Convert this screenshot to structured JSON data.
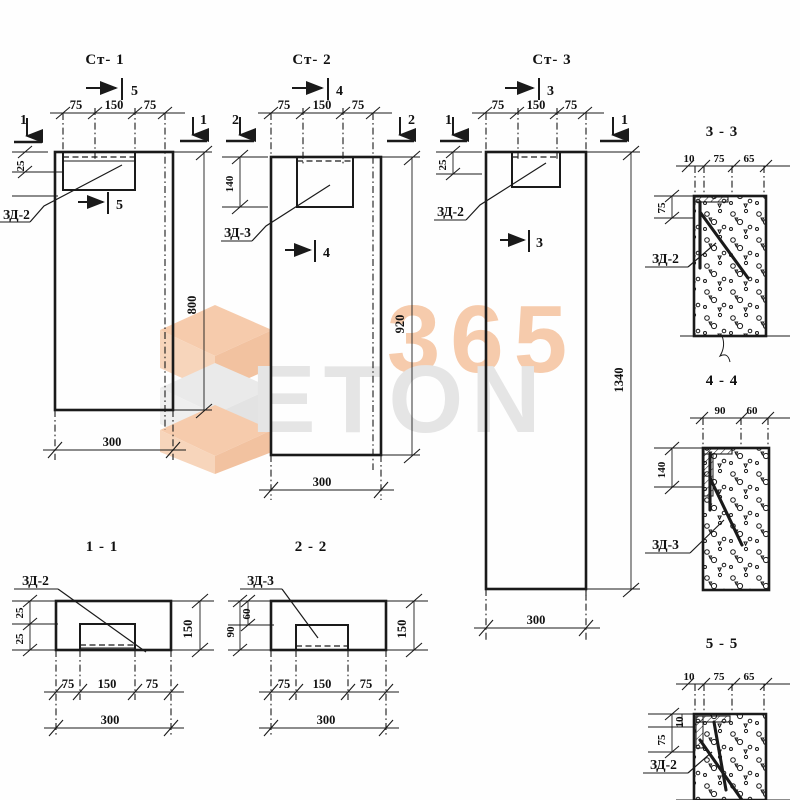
{
  "document": {
    "type": "engineering-drawing",
    "background": "#fefefe",
    "ink": "#1a1a1a"
  },
  "watermark": {
    "text_365": "365",
    "text_eton": "ETON",
    "color_365": "#f6c9a8",
    "color_eton": "#e4e4e4",
    "logo_color_primary": "#f6c9a8",
    "logo_color_secondary": "#e4e4e4"
  },
  "views": [
    {
      "id": "st-1",
      "title": "Ст- 1",
      "top_section_mark": "5",
      "body_section_mark": "5",
      "left_mark": "1",
      "left_dim": "25",
      "left_label": "ЗД-2",
      "right_mark": "1",
      "top_dims": [
        "75",
        "150",
        "75"
      ],
      "height_dim": "800",
      "width_dim": "300"
    },
    {
      "id": "st-2",
      "title": "Ст- 2",
      "top_section_mark": "4",
      "body_section_mark": "4",
      "left_mark": "2",
      "left_dim": "140",
      "left_label": "ЗД-3",
      "right_mark": "2",
      "top_dims": [
        "75",
        "150",
        "75"
      ],
      "height_dim": "920",
      "width_dim": "300"
    },
    {
      "id": "st-3",
      "title": "Ст- 3",
      "top_section_mark": "3",
      "body_section_mark": "3",
      "left_mark": "1",
      "left_dim": "25",
      "left_label": "ЗД-2",
      "right_mark": "1",
      "top_dims": [
        "75",
        "150",
        "75"
      ],
      "height_dim": "1340",
      "width_dim": "300"
    }
  ],
  "sections_bottom": [
    {
      "id": "sec-1-1",
      "title": "1 - 1",
      "label": "ЗД-2",
      "left_dims": [
        "25",
        "25"
      ],
      "right_dim": "150",
      "bottom_dims": [
        "75",
        "150",
        "75"
      ],
      "total_dim": "300"
    },
    {
      "id": "sec-2-2",
      "title": "2 - 2",
      "label": "ЗД-3",
      "left_dims": [
        "60",
        "90"
      ],
      "right_dim": "150",
      "bottom_dims": [
        "75",
        "150",
        "75"
      ],
      "total_dim": "300"
    }
  ],
  "sections_right": [
    {
      "id": "sec-3-3",
      "title": "3 - 3",
      "label": "ЗД-2",
      "top_dims": [
        "10",
        "75",
        "65"
      ],
      "left_dims": [
        "75"
      ]
    },
    {
      "id": "sec-4-4",
      "title": "4 - 4",
      "label": "ЗД-3",
      "top_dims": [
        "90",
        "60"
      ],
      "left_dims": [
        "140"
      ]
    },
    {
      "id": "sec-5-5",
      "title": "5 - 5",
      "label": "ЗД-2",
      "top_dims": [
        "10",
        "75",
        "65"
      ],
      "left_dims": [
        "75",
        "10"
      ]
    }
  ]
}
